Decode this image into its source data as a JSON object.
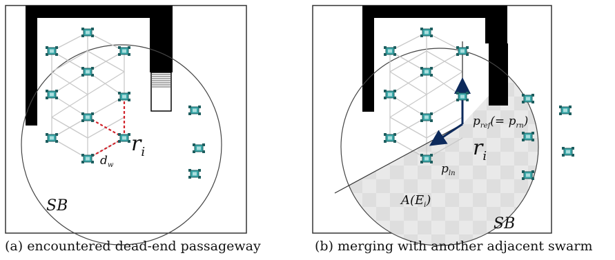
{
  "panel_a": {
    "label_sb": "SB",
    "label_r": "r",
    "label_r_sub": "i",
    "label_d": "d",
    "label_d_sub": "w",
    "caption": "(a) encountered dead-end passageway"
  },
  "panel_b": {
    "label_sb": "SB",
    "label_r": "r",
    "label_r_sub": "i",
    "label_pref": "p",
    "label_pref_sub": "ref",
    "label_pref_eq": "(= p",
    "label_prn_sub": "rn",
    "label_pref_close": ")",
    "label_pln": "p",
    "label_pln_sub": "ln",
    "label_area": "A(E",
    "label_area_sub": "i",
    "label_area_close": ")",
    "caption": "(b) merging with another adjacent swarm"
  },
  "colors": {
    "robot_body": "#3aa7a8",
    "robot_light": "#a9dede",
    "wall": "#000000",
    "dashed": "#d1222a",
    "arrow": "#0d2a5c",
    "region": "#dcdcdc"
  }
}
